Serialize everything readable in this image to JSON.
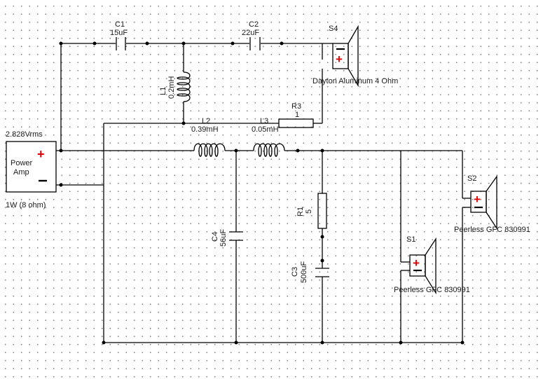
{
  "components": {
    "c1": {
      "ref": "C1",
      "value": "15uF"
    },
    "c2": {
      "ref": "C2",
      "value": "22uF"
    },
    "l1": {
      "ref": "L1",
      "value": "0.2mH"
    },
    "r3": {
      "ref": "R3",
      "value": "1"
    },
    "l2": {
      "ref": "L2",
      "value": "0.39mH"
    },
    "l3": {
      "ref": "L3",
      "value": "0.05mH"
    },
    "c4": {
      "ref": "C4",
      "value": "56uF"
    },
    "r1": {
      "ref": "R1",
      "value": "5"
    },
    "c3": {
      "ref": "C3",
      "value": "500uF"
    },
    "s4": {
      "ref": "S4",
      "model": "Dayton Aluminum 4 Ohm"
    },
    "s1": {
      "ref": "S1",
      "model": "Peerless GFC 830991"
    },
    "s2": {
      "ref": "S2",
      "model": "Peerless GFC 830991"
    },
    "amp": {
      "voltage": "2.828Vrms",
      "name_line1": "Power",
      "name_line2": "Amp",
      "power": "1W (8 ohm)"
    }
  },
  "colors": {
    "wire": "#000000",
    "polarity_plus": "#e00000",
    "polarity_minus": "#000000",
    "grid_dot": "#8a8a8a"
  }
}
